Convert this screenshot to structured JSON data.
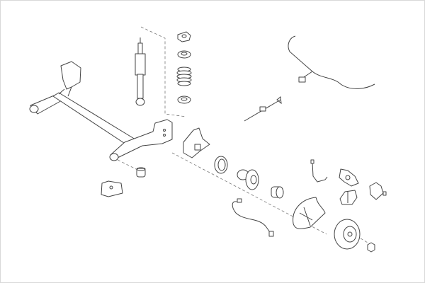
{
  "diagram": {
    "style": {
      "line_color": "#444444",
      "background": "#ffffff",
      "guide_color": "#777777"
    },
    "parts": [
      "shock-absorber",
      "top-mount",
      "spring-seat-upper",
      "coil-spring",
      "spring-seat-lower",
      "rear-axle-beam",
      "axle-bushing",
      "mounting-bracket",
      "hub-carrier",
      "oil-seal",
      "wheel-hub",
      "wheel-bearing",
      "brake-backing-plate",
      "brake-disc",
      "hub-nut",
      "abs-sensor-cable",
      "brake-hose",
      "brake-caliper",
      "brake-pads",
      "caliper-bracket",
      "handbrake-cable",
      "brake-line-connector"
    ]
  }
}
